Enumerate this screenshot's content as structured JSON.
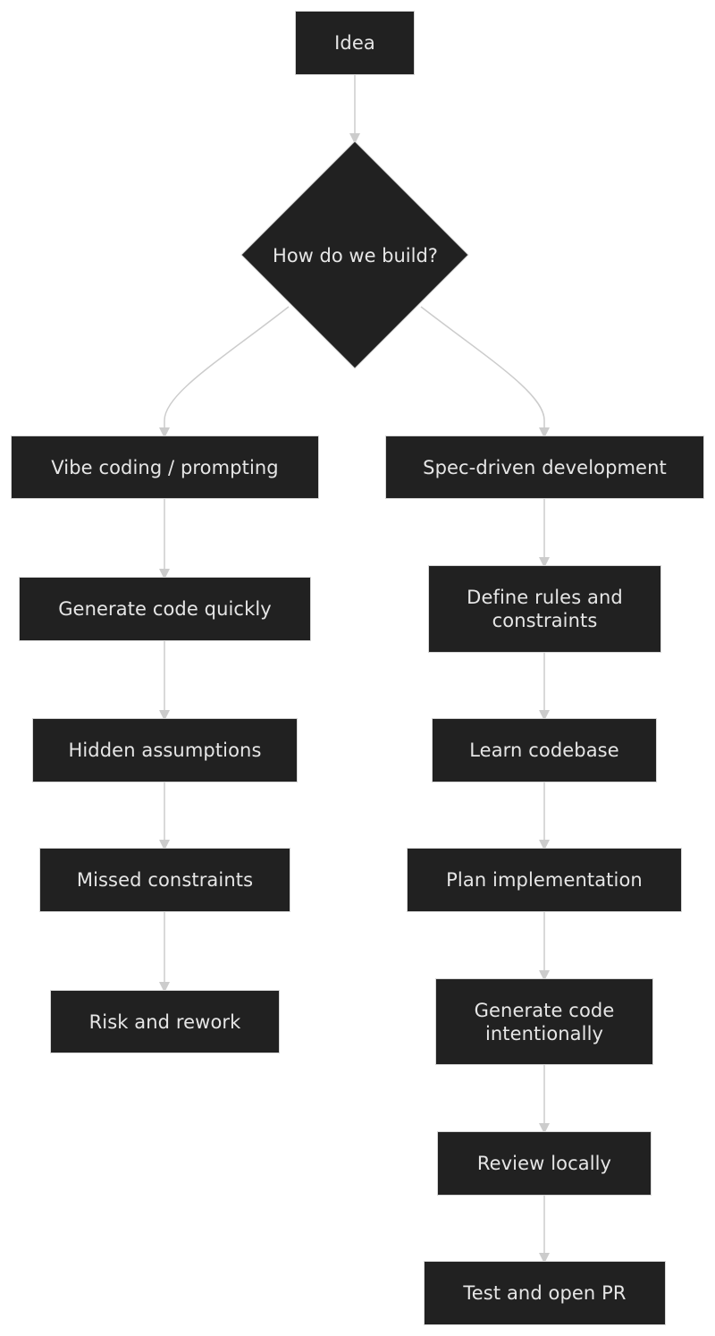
{
  "diagram": {
    "start": "Idea",
    "decision": "How do we build?",
    "left_branch": {
      "head": "Vibe coding / prompting",
      "steps": [
        "Generate code quickly",
        "Hidden assumptions",
        "Missed constraints",
        "Risk and rework"
      ]
    },
    "right_branch": {
      "head": "Spec-driven development",
      "steps": [
        "Define rules and constraints",
        "Learn codebase",
        "Plan implementation",
        "Generate code intentionally",
        "Review locally",
        "Test and open PR"
      ]
    },
    "colors": {
      "node_fill": "#212121",
      "node_border": "#d6d6d6",
      "node_text": "#e6e6e6",
      "edge": "#cccccc",
      "background": "#ffffff"
    }
  }
}
